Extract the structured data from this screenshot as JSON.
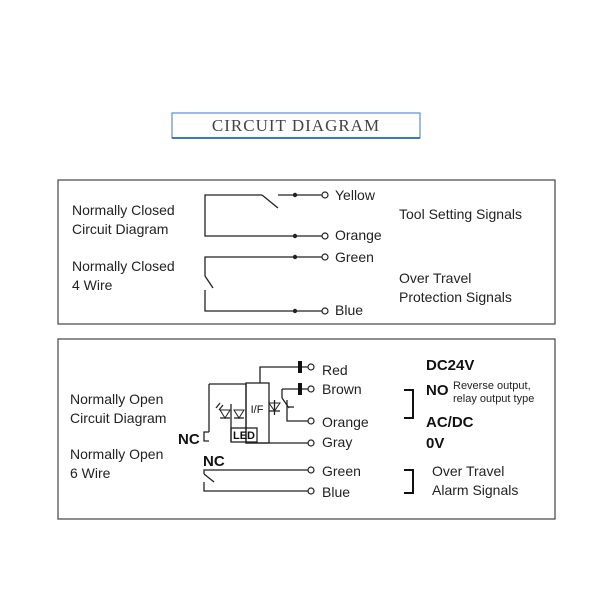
{
  "title": "CIRCUIT DIAGRAM",
  "colors": {
    "accent": "#3a78c2",
    "line": "#222222",
    "border": "#444444"
  },
  "panel1": {
    "nc_circuit": [
      "Normally Closed",
      "Circuit Diagram"
    ],
    "nc_4wire": [
      "Normally Closed",
      "4 Wire"
    ],
    "wires": {
      "yellow": "Yellow",
      "orange": "Orange",
      "green": "Green",
      "blue": "Blue"
    },
    "tool_setting": "Tool Setting Signals",
    "over_travel": [
      "Over Travel",
      "Protection Signals"
    ]
  },
  "panel2": {
    "no_circuit": [
      "Normally Open",
      "Circuit Diagram"
    ],
    "no_6wire": [
      "Normally Open",
      "6 Wire"
    ],
    "wires": {
      "red": "Red",
      "brown": "Brown",
      "orange": "Orange",
      "gray": "Gray",
      "green": "Green",
      "blue": "Blue"
    },
    "nc_marks": {
      "upper": "NC",
      "lower": "NC"
    },
    "components": {
      "if": "I/F",
      "led": "LED"
    },
    "dc24v": "DC24V",
    "no": "NO",
    "reverse_output": [
      "Reverse output,",
      "relay output type"
    ],
    "acdc": "AC/DC",
    "zero_v": "0V",
    "alarm": [
      "Over Travel",
      "Alarm Signals"
    ]
  }
}
